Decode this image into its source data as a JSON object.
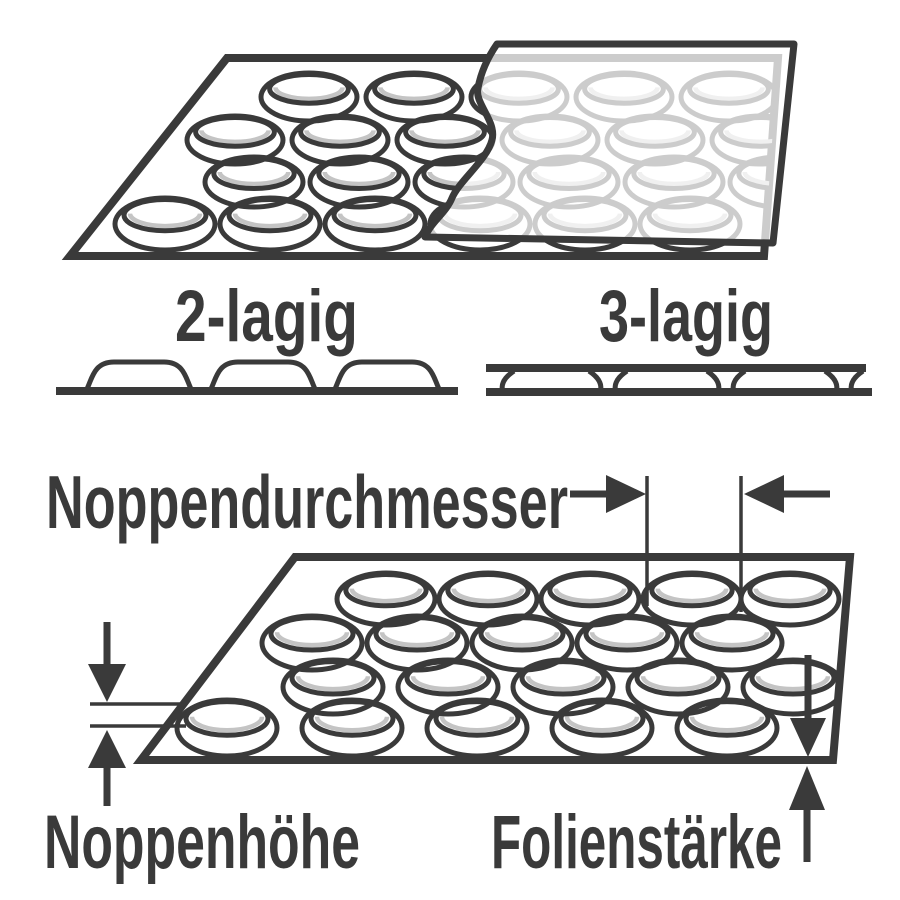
{
  "labels": {
    "two_layer": "2-lagig",
    "three_layer": "3-lagig",
    "bubble_diameter": "Noppendurchmesser",
    "bubble_height": "Noppenhöhe",
    "film_thickness": "Folienstärke"
  },
  "colors": {
    "ink": "#3a3a3a",
    "light_gray": "#c4c4c4",
    "background": "#ffffff",
    "film_overlay_opacity": 0.74
  }
}
